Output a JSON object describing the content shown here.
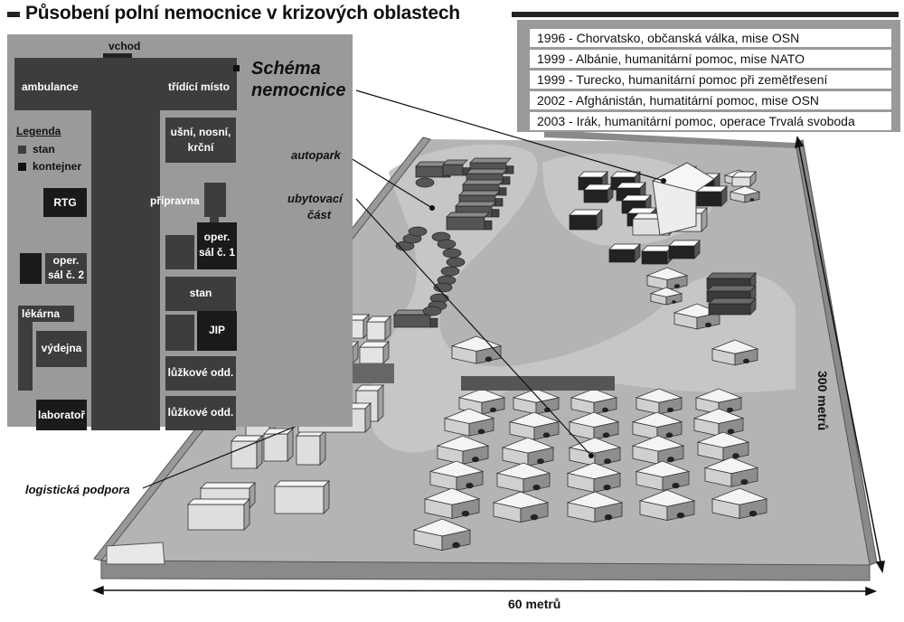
{
  "title": "Působení polní nemocnice v krizových oblastech",
  "missions": [
    "1996 - Chorvatsko, občanská válka, mise OSN",
    "1999 - Albánie, humanitární pomoc, mise NATO",
    "1999 - Turecko, humanitární pomoc při zemětřesení",
    "2002 - Afghánistán, humatitární pomoc, mise OSN",
    "2003 - Irák, humanitární pomoc, operace Trvalá svoboda"
  ],
  "scheme": {
    "entrance": "vchod",
    "legend_title": "Legenda",
    "legend_tent": "stan",
    "legend_container": "kontejner",
    "rooms": {
      "ambulance": "ambulance",
      "triage": "třídící místo",
      "ent_1": "ušní, nosní,",
      "ent_2": "krční",
      "xray": "RTG",
      "prep": "přípravna",
      "or1_1": "oper.",
      "or1_2": "sál č. 1",
      "or2_1": "oper.",
      "or2_2": "sál č. 2",
      "tent": "stan",
      "pharmacy": "lékárna",
      "dispensary": "výdejna",
      "icu": "JIP",
      "ward1": "lůžkové odd.",
      "ward2": "lůžkové odd.",
      "lab": "laboratoř"
    }
  },
  "callouts": {
    "scheme_1": "Schéma",
    "scheme_2": "nemocnice",
    "autopark": "autopark",
    "housing_1": "ubytovací",
    "housing_2": "část",
    "logistics": "logistická podpora"
  },
  "dimensions": {
    "width": "60 metrů",
    "length": "300 metrů"
  },
  "colors": {
    "ground": "#b4b4b4",
    "scheme_bg": "#9a9a9a",
    "block": "#3d3d3d",
    "wall": "#8a8a8a"
  }
}
